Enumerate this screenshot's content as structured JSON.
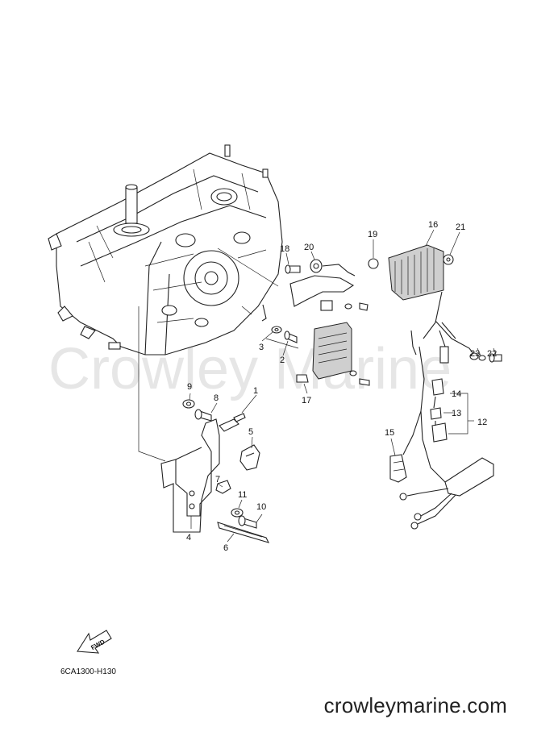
{
  "watermark": "Crowley Marine",
  "part_code": "6CA1300-H130",
  "fwd_label": "FWD",
  "site_url": "crowleymarine.com",
  "callouts": {
    "c1": "1",
    "c2": "2",
    "c3": "3",
    "c4": "4",
    "c5": "5",
    "c6": "6",
    "c7": "7",
    "c8": "8",
    "c9": "9",
    "c10": "10",
    "c11": "11",
    "c12": "12",
    "c13": "13",
    "c14": "14",
    "c15": "15",
    "c16": "16",
    "c17": "17",
    "c18": "18",
    "c19": "19",
    "c20": "20",
    "c21": "21",
    "c22": "22",
    "c23": "23"
  }
}
